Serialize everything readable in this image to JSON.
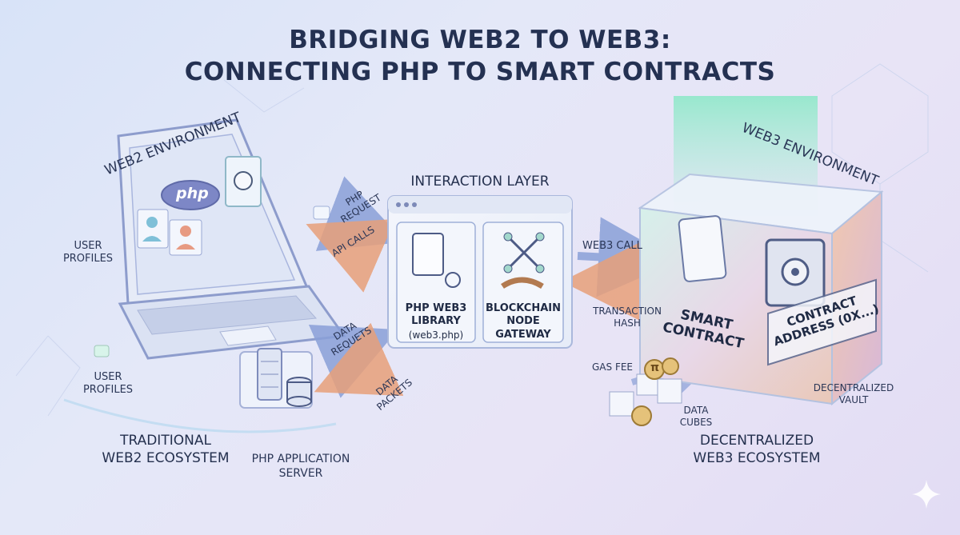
{
  "title": {
    "line1": "BRIDGING WEB2 TO WEB3:",
    "line2": "CONNECTING PHP TO SMART CONTRACTS"
  },
  "web2": {
    "environment_label": "WEB2 ENVIRONMENT",
    "logo_text": "php",
    "user_profiles_top": "USER\nPROFILES",
    "user_profiles_bottom": "USER\nPROFILES",
    "server_label": "PHP APPLICATION\nSERVER",
    "ecosystem_label": "TRADITIONAL\nWEB2 ECOSYSTEM"
  },
  "flows_left": {
    "php_request": "PHP\nREQUEST",
    "api_calls": "API CALLS",
    "data_requests": "DATA\nREQUETS",
    "data_packets": "DATA\nPACKETS"
  },
  "interaction": {
    "title": "INTERACTION LAYER",
    "library_title": "PHP WEB3\nLIBRARY",
    "library_sub": "(web3.php)",
    "gateway_title": "BLOCKCHAIN\nNODE\nGATEWAY"
  },
  "flows_right": {
    "web3_call": "WEB3 CALL",
    "transaction_hash": "TRANSACTION\nHASH",
    "gas_fee": "GAS FEE",
    "data_cubes": "DATA\nCUBES",
    "coin_symbol": "π"
  },
  "web3": {
    "environment_label": "WEB3 ENVIRONMENT",
    "smart_contract": "SMART\nCONTRACT",
    "contract_address": "CONTRACT\nADDRESS (0x...)",
    "vault_label": "DECENTRALIZED\nVAULT",
    "ecosystem_label": "DECENTRALIZED\nWEB3 ECOSYSTEM"
  },
  "colors": {
    "request_arrow": "#8aa0d8",
    "response_arrow": "#e8a07a",
    "accent_green": "#9ee8c8"
  }
}
